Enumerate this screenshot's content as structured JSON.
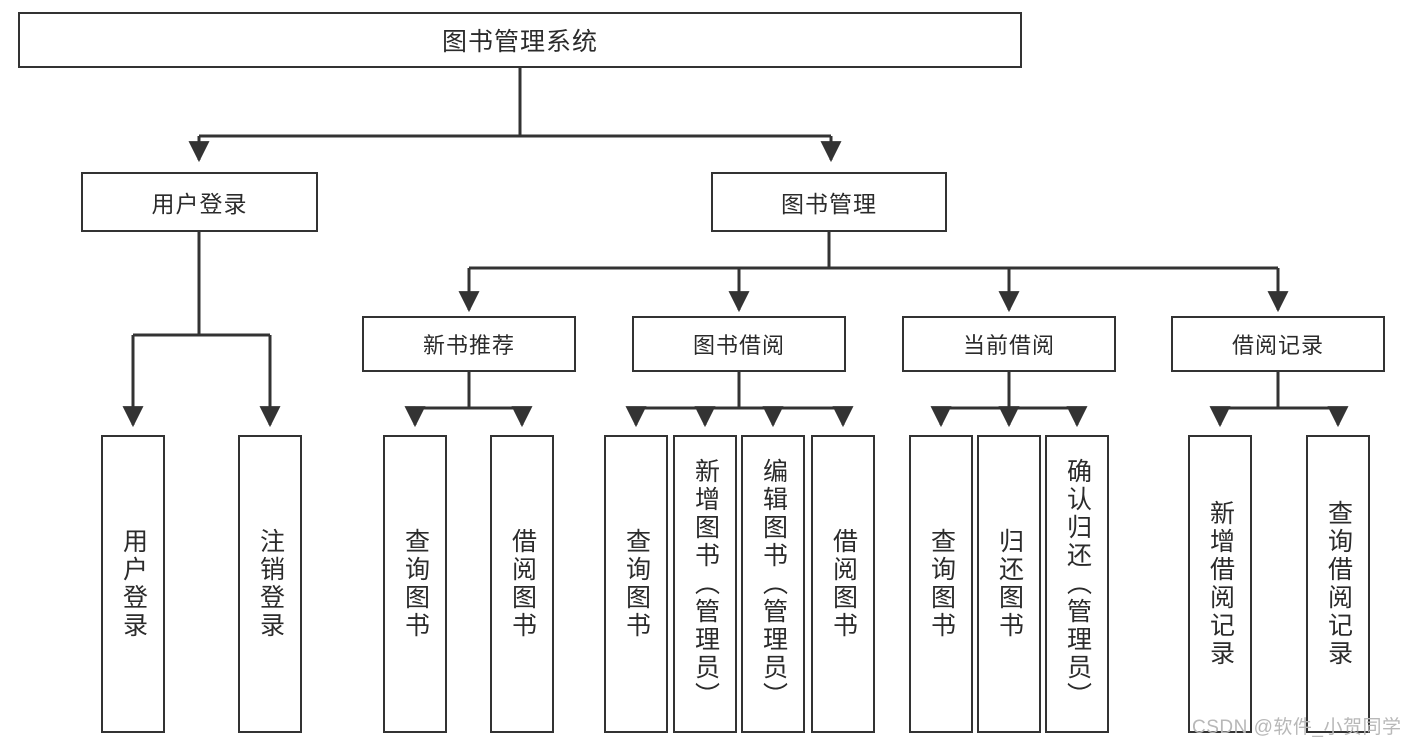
{
  "diagram": {
    "title": "图书管理系统",
    "type": "hierarchy-tree",
    "root": {
      "label": "图书管理系统"
    },
    "level2": [
      {
        "label": "用户登录"
      },
      {
        "label": "图书管理"
      }
    ],
    "level3": [
      {
        "label": "新书推荐"
      },
      {
        "label": "图书借阅"
      },
      {
        "label": "当前借阅"
      },
      {
        "label": "借阅记录"
      }
    ],
    "leaves": [
      {
        "label": "用户登录",
        "parent": "用户登录"
      },
      {
        "label": "注销登录",
        "parent": "用户登录"
      },
      {
        "label": "查询图书",
        "parent": "新书推荐"
      },
      {
        "label": "借阅图书",
        "parent": "新书推荐"
      },
      {
        "label": "查询图书",
        "parent": "图书借阅"
      },
      {
        "label": "新增图书（管理员）",
        "parent": "图书借阅"
      },
      {
        "label": "编辑图书（管理员）",
        "parent": "图书借阅"
      },
      {
        "label": "借阅图书",
        "parent": "图书借阅"
      },
      {
        "label": "查询图书",
        "parent": "当前借阅"
      },
      {
        "label": "归还图书",
        "parent": "当前借阅"
      },
      {
        "label": "确认归还（管理员）",
        "parent": "当前借阅"
      },
      {
        "label": "新增借阅记录",
        "parent": "借阅记录"
      },
      {
        "label": "查询借阅记录",
        "parent": "借阅记录"
      }
    ]
  },
  "watermark": {
    "text": "CSDN @软件_小贺同学"
  },
  "colors": {
    "border": "#333333",
    "text": "#2b2b2b",
    "background": "#ffffff",
    "watermark": "#b8b8b8"
  }
}
